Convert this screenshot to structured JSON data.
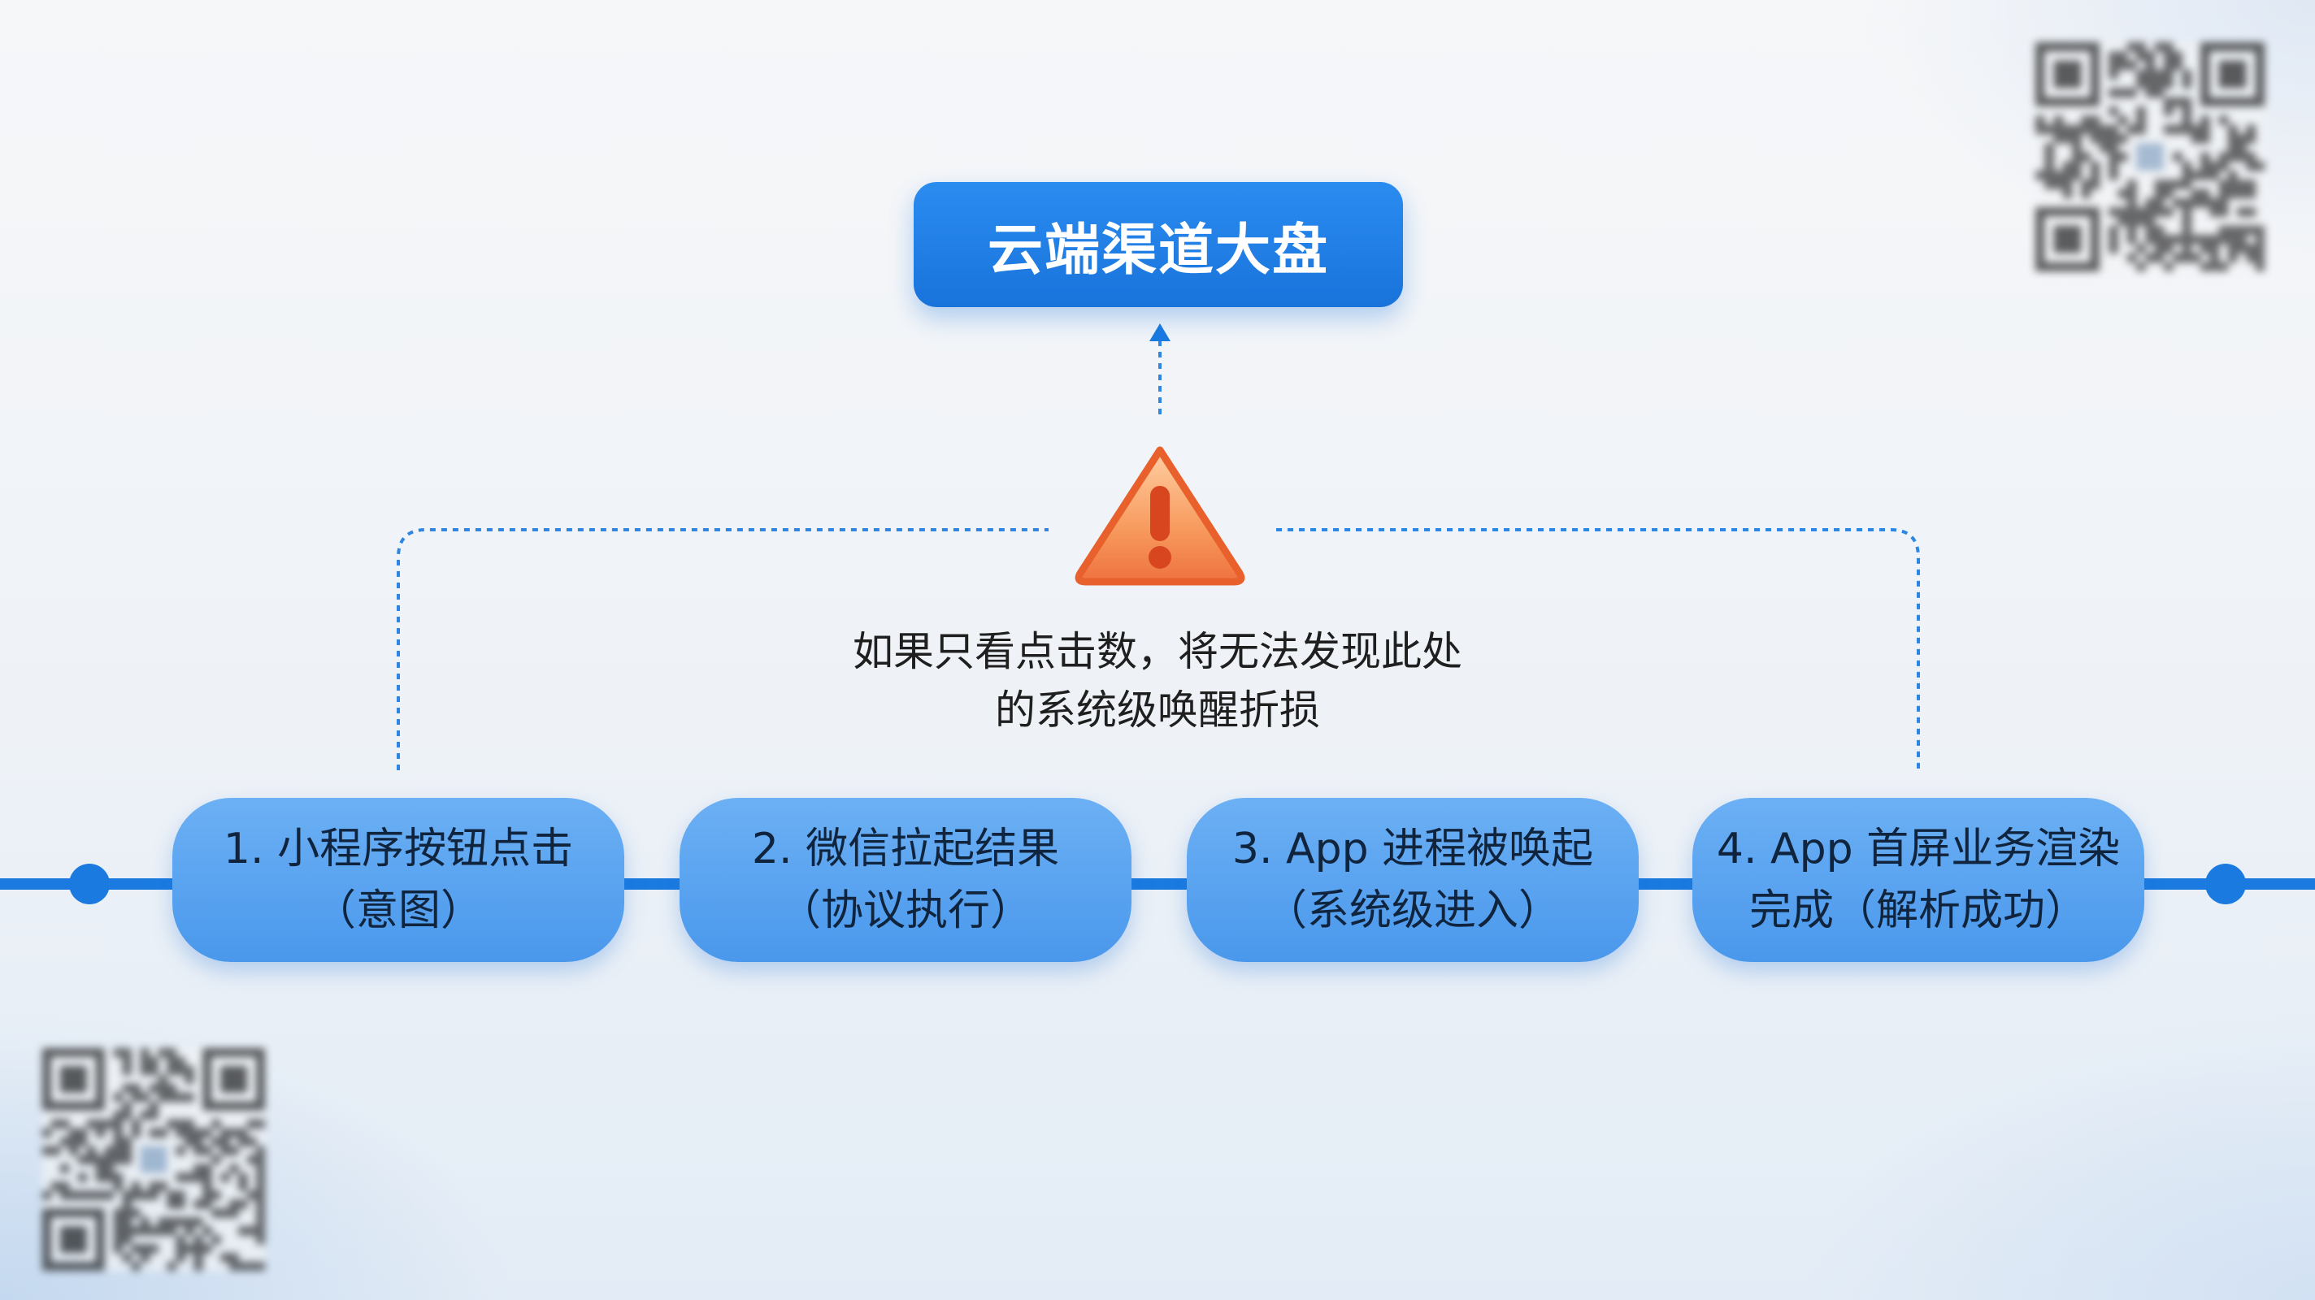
{
  "top_box": {
    "label": "云端渠道大盘"
  },
  "warning": {
    "icon": "warning-triangle-icon",
    "line1": "如果只看点击数，将无法发现此处",
    "line2": "的系统级唤醒折损"
  },
  "steps": [
    {
      "line1": "1. 小程序按钮点击",
      "line2": "（意图）"
    },
    {
      "line1": "2. 微信拉起结果",
      "line2": "（协议执行）"
    },
    {
      "line1": "3. App 进程被唤起",
      "line2": "（系统级进入）"
    },
    {
      "line1": "4. App 首屏业务渲染",
      "line2": "完成（解析成功）"
    }
  ],
  "colors": {
    "primary_blue": "#1873db",
    "step_blue": "#5aa2ee",
    "timeline_blue": "#1a7ae0",
    "warning_orange": "#f2743d",
    "warning_light": "#ffbf8f"
  }
}
